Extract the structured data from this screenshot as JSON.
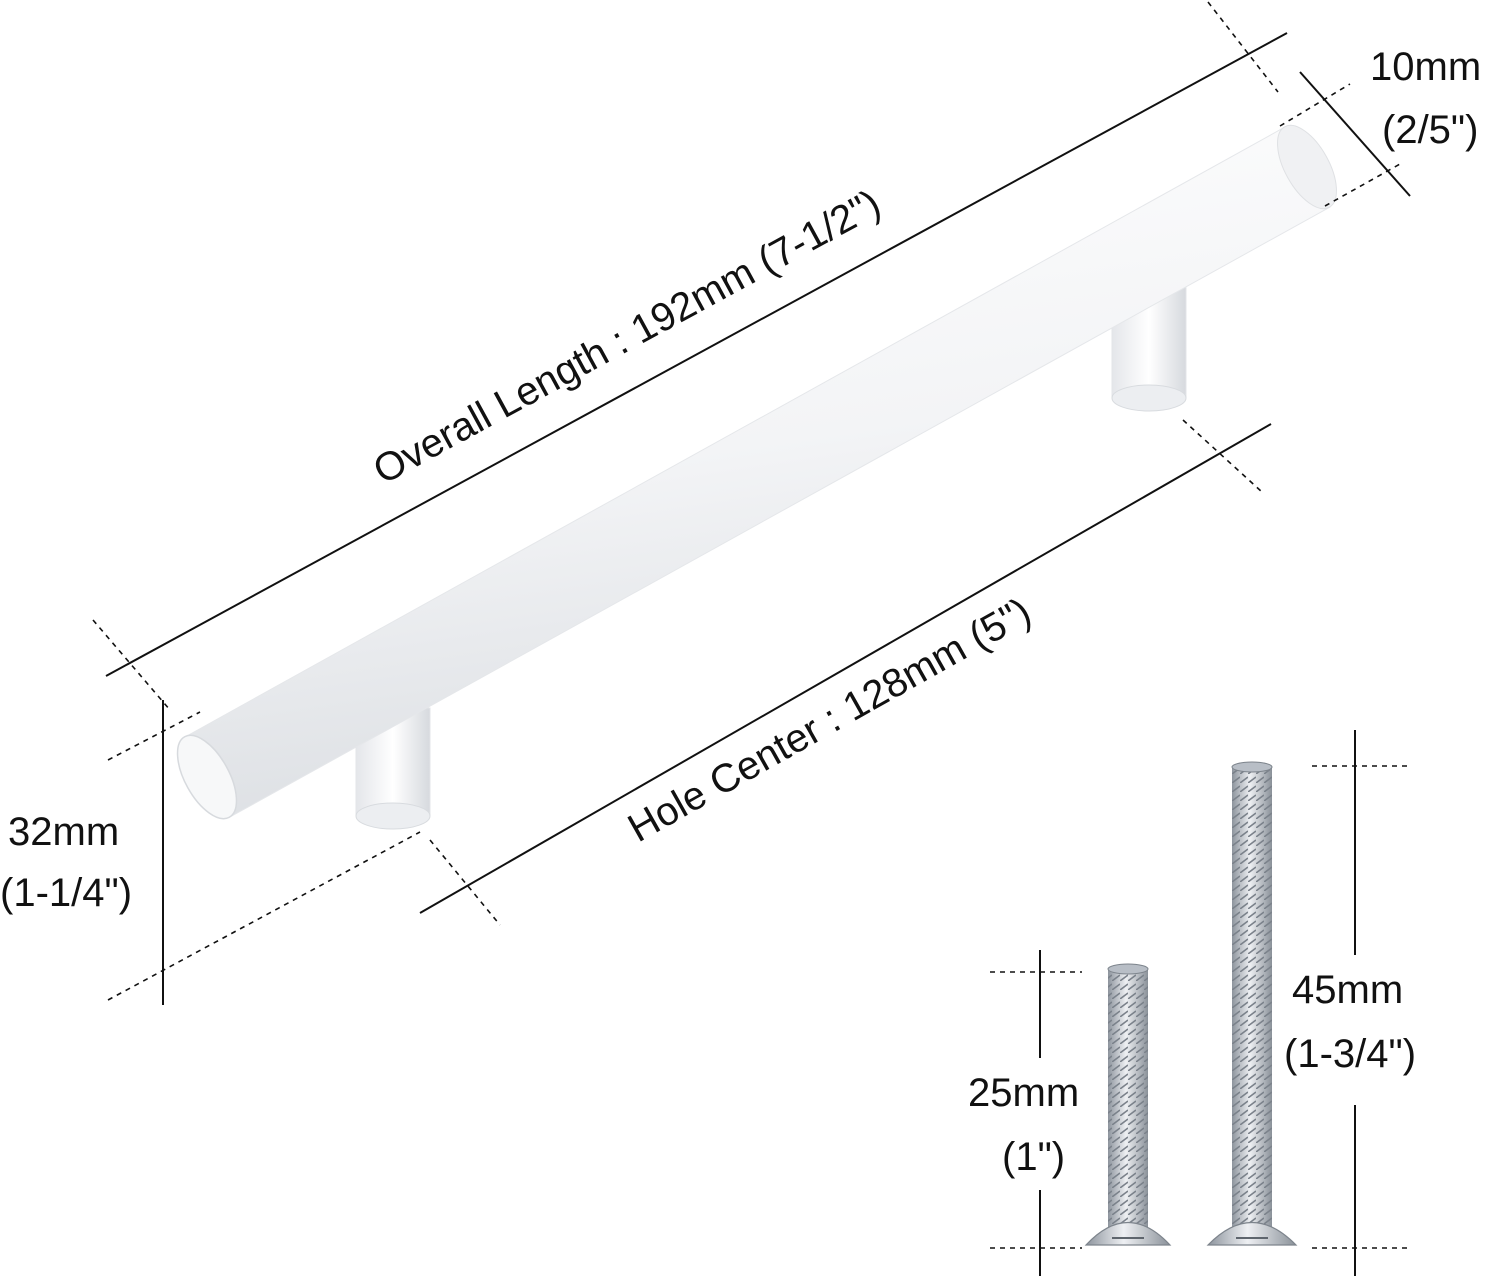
{
  "labels": {
    "overall_length": "Overall Length : 192mm (7-1/2\")",
    "hole_center": "Hole Center : 128mm (5\")",
    "diameter_mm": "10mm",
    "diameter_in": "(2/5\")",
    "height_mm": "32mm",
    "height_in": "(1-1/4\")",
    "screw_short_mm": "25mm",
    "screw_short_in": "(1\")",
    "screw_long_mm": "45mm",
    "screw_long_in": "(1-3/4\")"
  },
  "colors": {
    "handle": "#f4f5f7",
    "handle_shadow": "#d9dce0",
    "screw": "#c3c8cf",
    "line": "#111111"
  }
}
